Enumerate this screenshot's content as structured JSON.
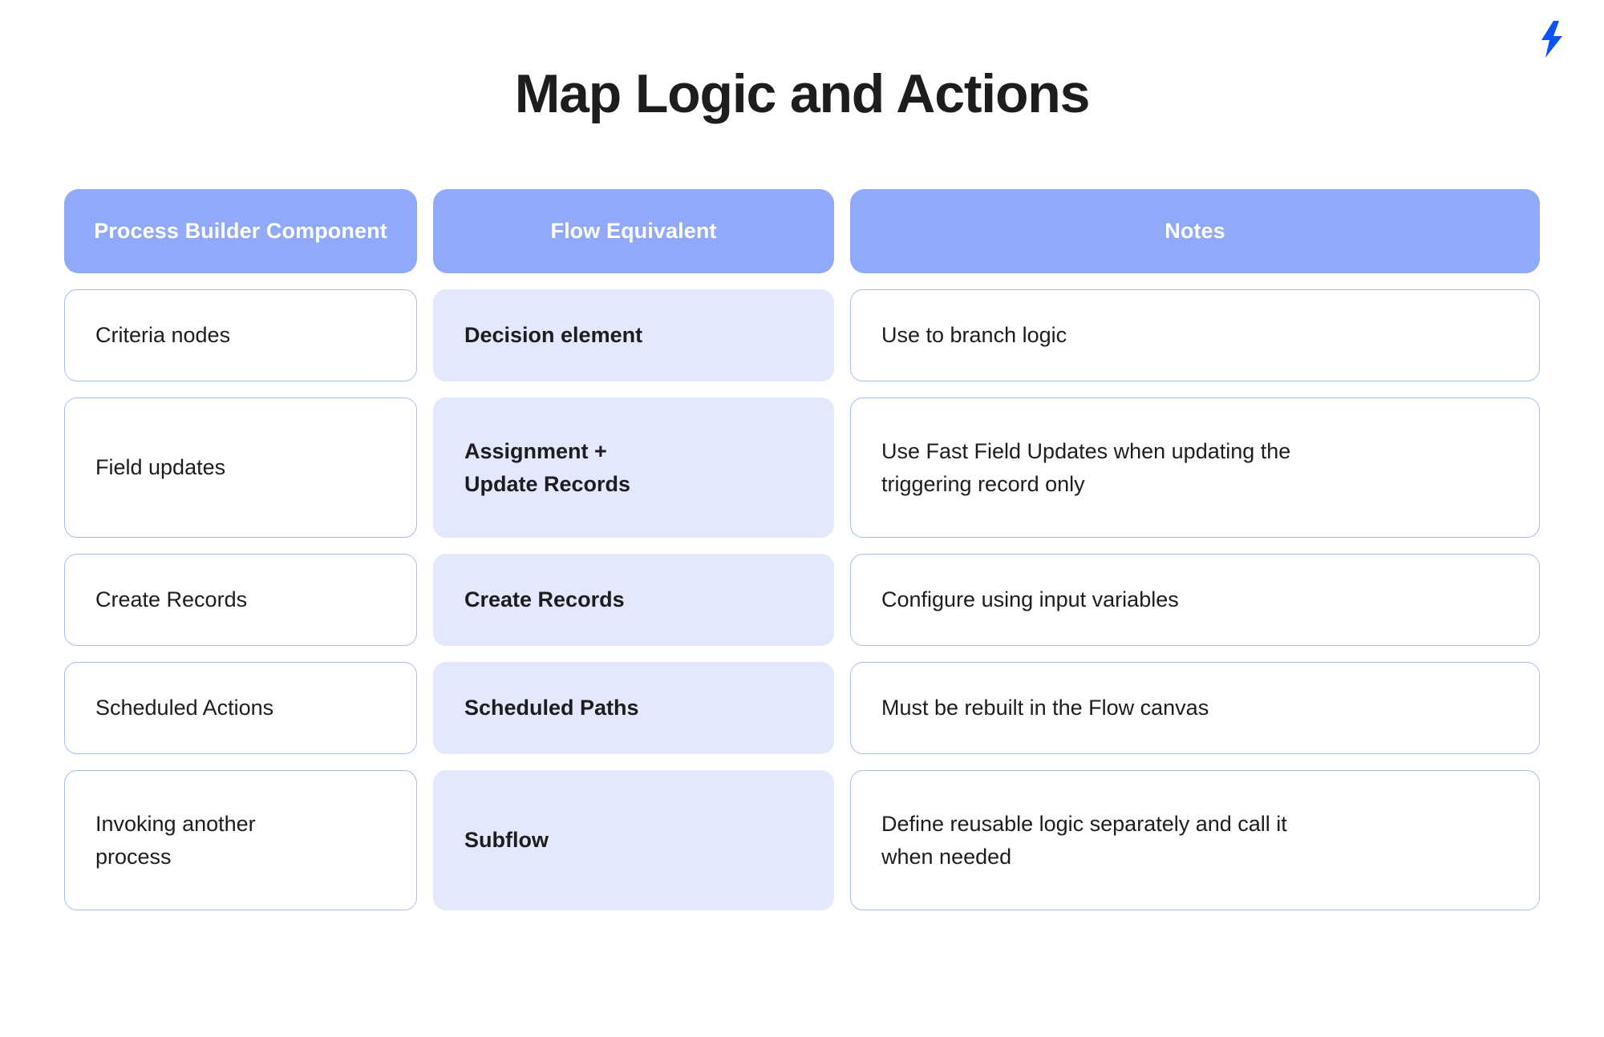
{
  "page": {
    "title": "Map Logic and Actions",
    "background_color": "#ffffff",
    "title_color": "#1d1d1f"
  },
  "brand": {
    "icon": "lightning-bolt-icon",
    "color": "#0b53f9"
  },
  "palette": {
    "header_blue": "#90a9f8",
    "tinted_cell": "#e3e8fd",
    "cell_border": "#aabdf6",
    "text": "#1d1d1f",
    "header_text": "#ffffff"
  },
  "table": {
    "columns": [
      {
        "key": "process_builder_component",
        "header_line1": "Process Builder",
        "header_line2": "Component",
        "style": "plain"
      },
      {
        "key": "flow_equivalent",
        "header_line1": "Flow Equivalent",
        "header_line2": "",
        "style": "tinted"
      },
      {
        "key": "notes",
        "header_line1": "Notes",
        "header_line2": "",
        "style": "plain"
      }
    ],
    "rows": [
      {
        "component": "Criteria nodes",
        "flow_line1": "Decision element",
        "flow_line2": "",
        "notes_line1": "Use to branch logic",
        "notes_line2": ""
      },
      {
        "component": "Field updates",
        "flow_line1": "Assignment +",
        "flow_line2": "Update Records",
        "notes_line1": "Use Fast Field Updates when updating the",
        "notes_line2": "triggering record only"
      },
      {
        "component": "Create Records",
        "flow_line1": "Create Records",
        "flow_line2": "",
        "notes_line1": "Configure using input variables",
        "notes_line2": ""
      },
      {
        "component": "Scheduled Actions",
        "flow_line1": "Scheduled Paths",
        "flow_line2": "",
        "notes_line1": "Must be rebuilt in the Flow canvas",
        "notes_line2": ""
      },
      {
        "component_line1": "Invoking another",
        "component_line2": "process",
        "component": "Invoking another process",
        "flow_line1": "Subflow",
        "flow_line2": "",
        "notes_line1": "Define reusable logic separately and call it",
        "notes_line2": "when needed"
      }
    ]
  }
}
